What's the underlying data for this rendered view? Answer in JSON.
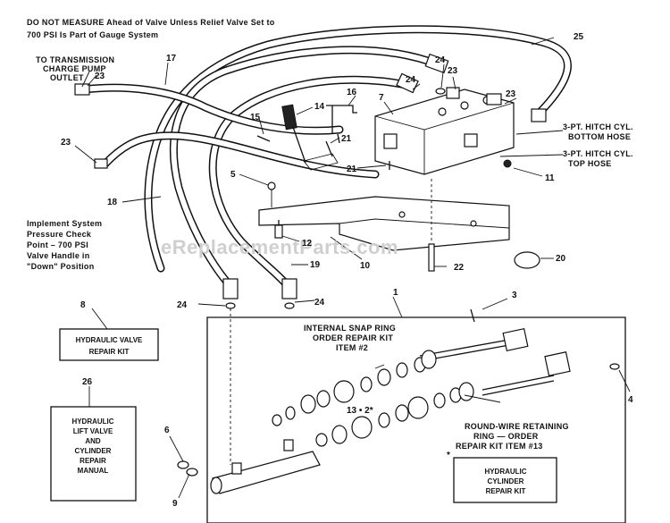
{
  "notes": {
    "top_line1": "DO NOT MEASURE Ahead of Valve Unless Relief Valve Set to",
    "top_line2": "700 PSI Is Part of Gauge System",
    "trans_line1": "TO TRANSMISSION",
    "trans_line2": "CHARGE PUMP",
    "trans_line3": "OUTLET",
    "impl_line1": "Implement System",
    "impl_line2": "Pressure Check",
    "impl_line3": "Point – 700 PSI",
    "impl_line4": "Valve Handle in",
    "impl_line5": "\"Down\" Position",
    "hitch_bottom_line1": "3-PT. HITCH CYL.",
    "hitch_bottom_line2": "BOTTOM HOSE",
    "hitch_top_line1": "3-PT. HITCH CYL.",
    "hitch_top_line2": "TOP HOSE",
    "snap_line1": "INTERNAL SNAP RING",
    "snap_line2": "ORDER REPAIR KIT",
    "snap_line3": "ITEM #2",
    "round_line1": "ROUND-WIRE RETAINING",
    "round_line2": "RING — ORDER",
    "round_line3": "REPAIR KIT ITEM #13"
  },
  "boxes": {
    "valve_kit_line1": "HYDRAULIC VALVE",
    "valve_kit_line2": "REPAIR KIT",
    "manual_line1": "HYDRAULIC",
    "manual_line2": "LIFT VALVE",
    "manual_line3": "AND",
    "manual_line4": "CYLINDER",
    "manual_line5": "REPAIR",
    "manual_line6": "MANUAL",
    "cyl_kit_line1": "HYDRAULIC",
    "cyl_kit_line2": "CYLINDER",
    "cyl_kit_line3": "REPAIR KIT",
    "asterisk": "*"
  },
  "callouts": {
    "c1": "1",
    "c2": "13 • 2*",
    "c3": "3",
    "c4": "4",
    "c5": "5",
    "c6": "6",
    "c7": "7",
    "c8": "8",
    "c9": "9",
    "c10": "10",
    "c11": "11",
    "c12": "12",
    "c14": "14",
    "c15": "15",
    "c16": "16",
    "c17": "17",
    "c18": "18",
    "c19": "19",
    "c20": "20",
    "c21a": "21",
    "c21b": "21",
    "c22": "22",
    "c23a": "23",
    "c23b": "23",
    "c23c": "23",
    "c23d": "23",
    "c24a": "24",
    "c24b": "24",
    "c24c": "24",
    "c25": "25",
    "c26": "26"
  },
  "watermark": "eReplacementParts.com"
}
